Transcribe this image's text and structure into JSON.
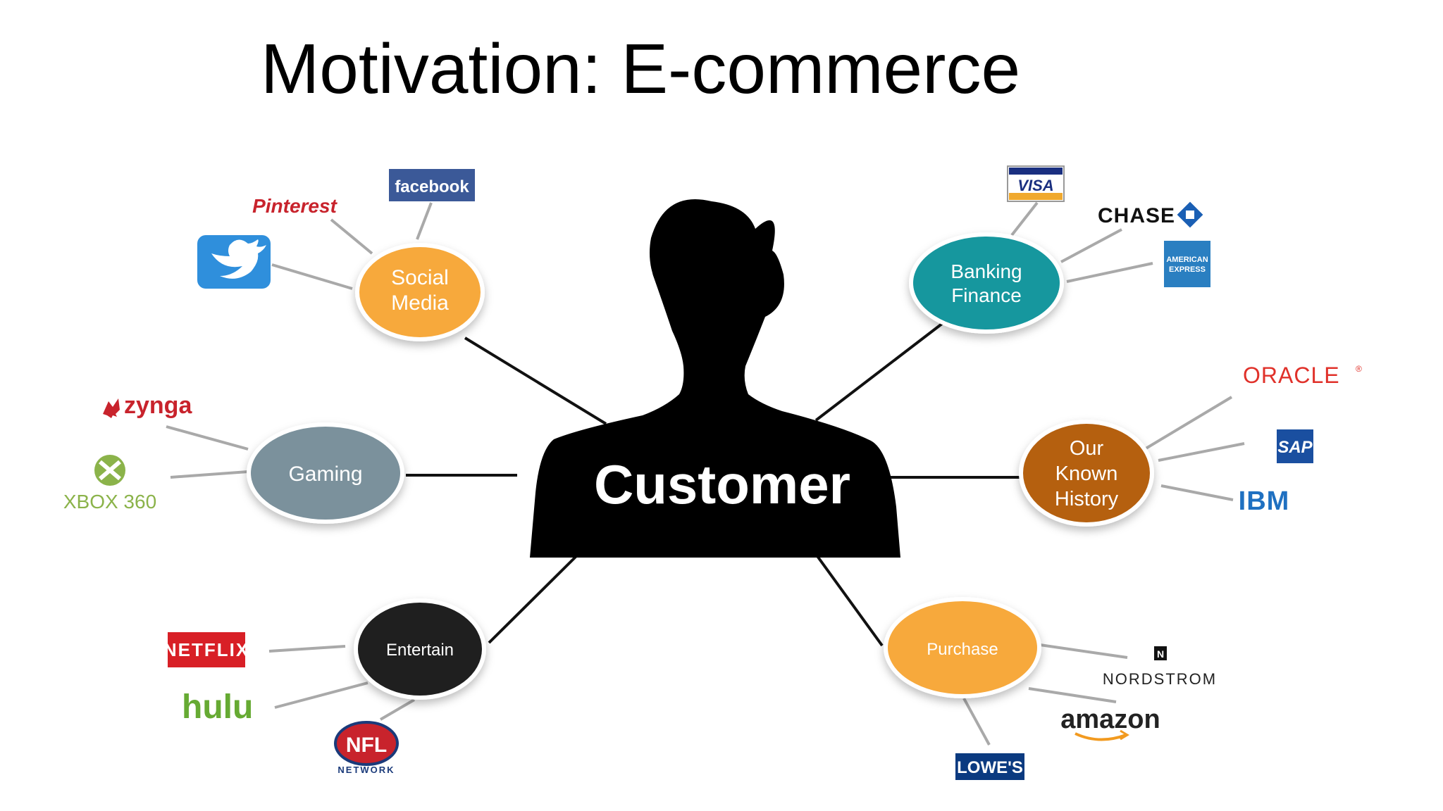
{
  "slide": {
    "title": "Motivation: E-commerce"
  },
  "center": {
    "label": "Customer"
  },
  "categories": {
    "social_media": {
      "line1": "Social",
      "line2": "Media",
      "color": "#f7a93c"
    },
    "gaming": {
      "label": "Gaming",
      "color": "#7b919c"
    },
    "entertain": {
      "label": "Entertain",
      "color": "#1f1f1f"
    },
    "banking": {
      "line1": "Banking",
      "line2": "Finance",
      "color": "#16979e"
    },
    "known_history": {
      "line1": "Our",
      "line2": "Known",
      "line3": "History",
      "color": "#b5600f"
    },
    "purchase": {
      "label": "Purchase",
      "color": "#f7a93c"
    }
  },
  "logos": {
    "facebook": "facebook",
    "pinterest": "Pinterest",
    "zynga": "zynga",
    "xbox": "XBOX 360",
    "netflix": "NETFLIX",
    "hulu": "hulu",
    "nfl": "NFL",
    "nfl_network": "NETWORK",
    "visa": "VISA",
    "chase": "CHASE",
    "amex_line1": "AMERICAN",
    "amex_line2": "EXPRESS",
    "oracle": "ORACLE",
    "oracle_mark": "®",
    "sap": "SAP",
    "ibm": "IBM",
    "nordstrom_mark": "N",
    "nordstrom": "NORDSTROM",
    "amazon": "amazon",
    "lowes": "LOWE'S"
  }
}
